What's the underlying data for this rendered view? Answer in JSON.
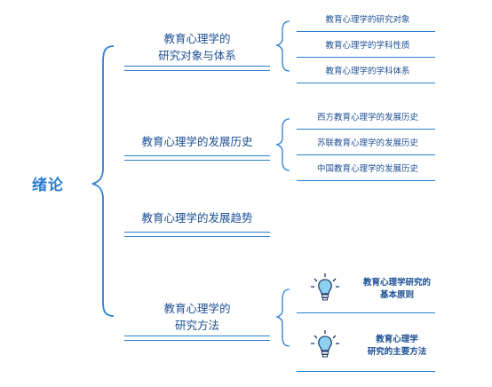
{
  "root": {
    "label": "绪论"
  },
  "branches": [
    {
      "label_line1": "教育心理学的",
      "label_line2": "研究对象与体系",
      "children": [
        "教育心理学的研究对象",
        "教育心理学的学科性质",
        "教育心理学的学科体系"
      ]
    },
    {
      "label": "教育心理学的发展历史",
      "children": [
        "西方教育心理学的发展历史",
        "苏联教育心理学的发展历史",
        "中国教育心理学的发展历史"
      ]
    },
    {
      "label": "教育心理学的发展趋势"
    },
    {
      "label_line1": "教育心理学的",
      "label_line2": "研究方法",
      "children": [
        {
          "line1": "教育心理学研究的",
          "line2": "基本原则",
          "icon": "lightbulb-icon"
        },
        {
          "line1": "教育心理学",
          "line2": "研究的主要方法",
          "icon": "lightbulb-icon"
        }
      ]
    }
  ],
  "colors": {
    "accent": "#2b7fd0",
    "text": "#1c4f94",
    "root": "#2a7fd0"
  }
}
